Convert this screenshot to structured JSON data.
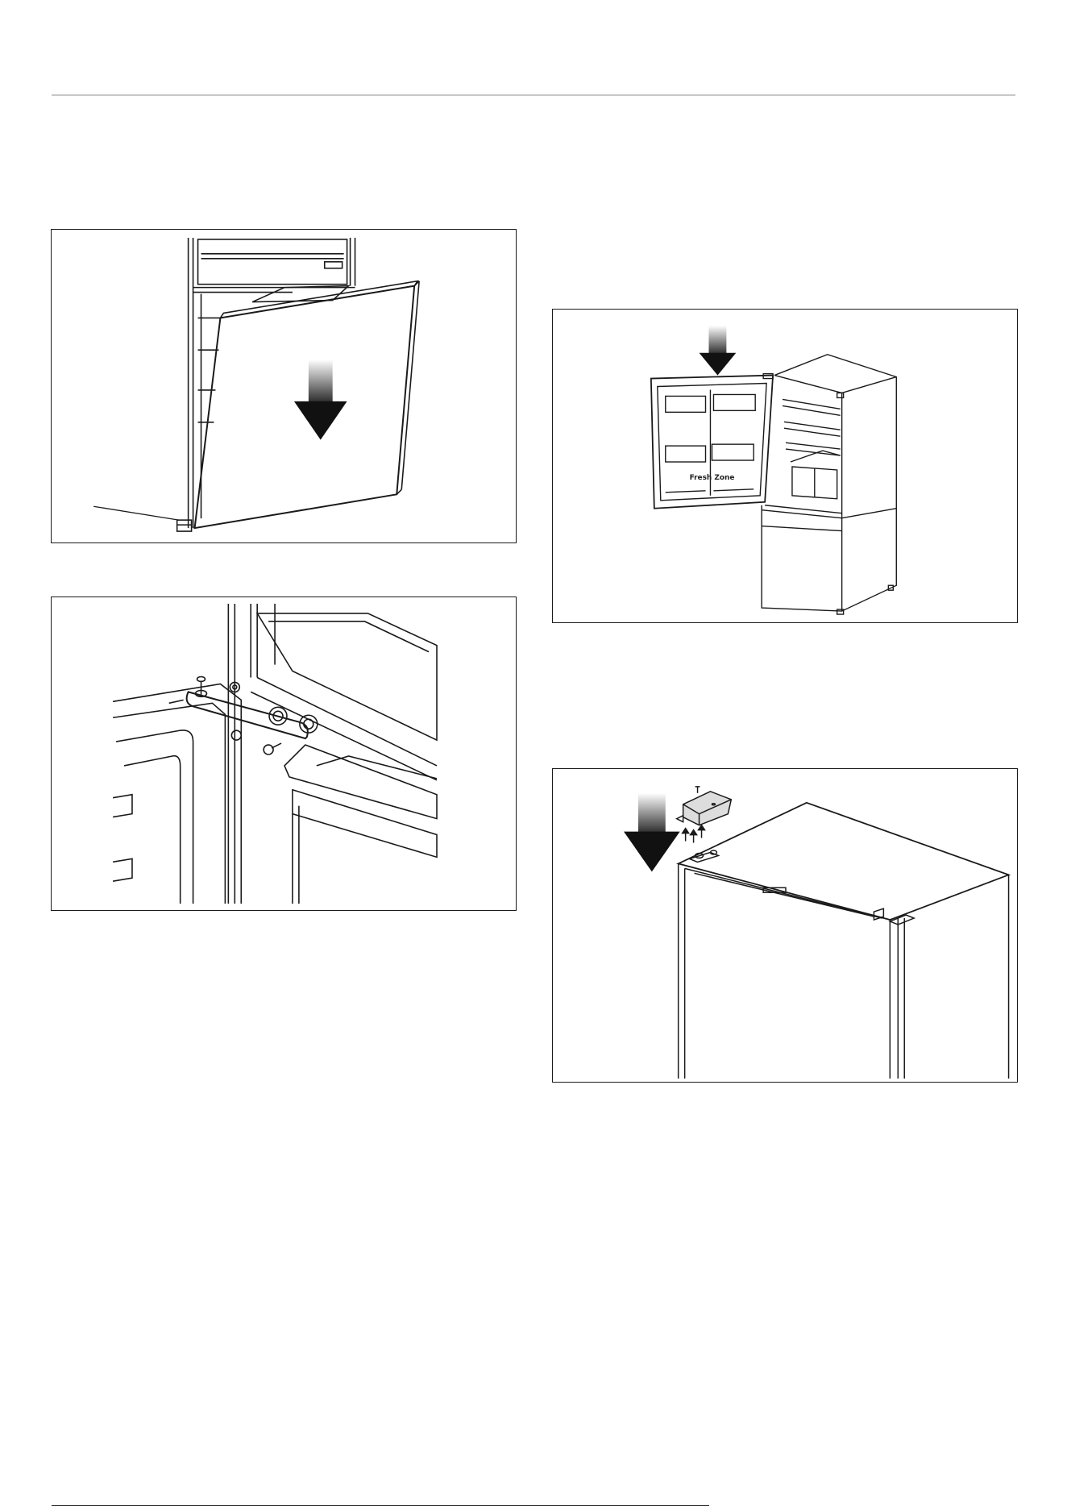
{
  "figures": [
    {
      "id": "fig-lower-door-tilt",
      "arrow": "down-arrow-icon"
    },
    {
      "id": "fig-middle-hinge",
      "arrow": ""
    },
    {
      "id": "fig-open-fridge",
      "arrow": "down-arrow-icon",
      "label": "Fresh Zone"
    },
    {
      "id": "fig-top-hinge-cover",
      "arrow": "down-arrow-icon"
    }
  ],
  "colors": {
    "line": "#1a1a1a",
    "rule": "#c8c8c8",
    "arrow": "#111111"
  }
}
